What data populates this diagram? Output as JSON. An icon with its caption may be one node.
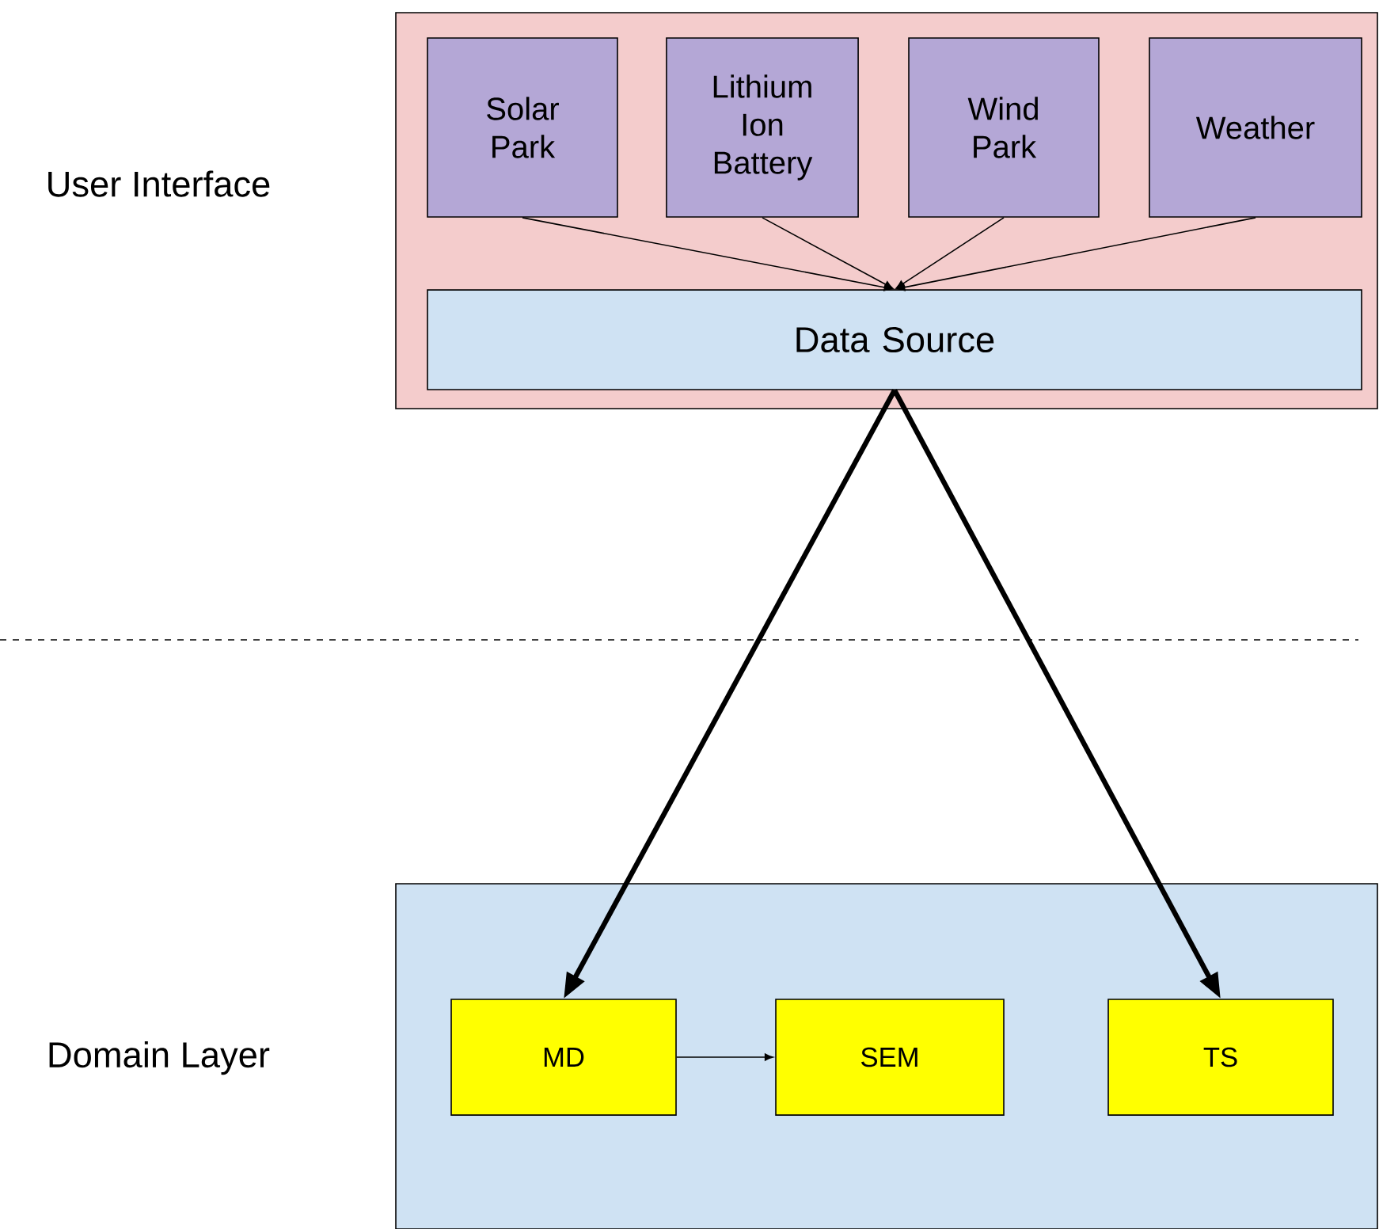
{
  "diagram": {
    "nodes": [
      {
        "text": [
          "User Interface"
        ]
      },
      {
        "text": [
          "Solar Park"
        ],
        "in": 0
      },
      {
        "text": [
          "Lithium Ion Battery"
        ],
        "in": 0
      },
      {
        "text": [
          "Wind Park"
        ],
        "in": 0
      },
      {
        "text": [
          "Weather"
        ],
        "in": 0
      },
      {
        "text": [
          "Data Source"
        ],
        "in": 0
      },
      {
        "text": [
          "Domain Layer"
        ]
      },
      {
        "text": [
          "MD"
        ],
        "in": 6
      },
      {
        "text": [
          "SEM"
        ],
        "in": 6
      },
      {
        "text": [
          "TS"
        ],
        "in": 6
      }
    ],
    "edges": [
      {
        "from": 1,
        "to": 5,
        "arrow": "to"
      },
      {
        "from": 2,
        "to": 5,
        "arrow": "to"
      },
      {
        "from": 3,
        "to": 5,
        "arrow": "to"
      },
      {
        "from": 4,
        "to": 5,
        "arrow": "to"
      },
      {
        "from": 5,
        "to": 7,
        "arrow": "to",
        "style": "thick"
      },
      {
        "from": 5,
        "to": 9,
        "arrow": "to",
        "style": "thick"
      },
      {
        "from": 7,
        "to": 8,
        "arrow": "to"
      }
    ]
  }
}
